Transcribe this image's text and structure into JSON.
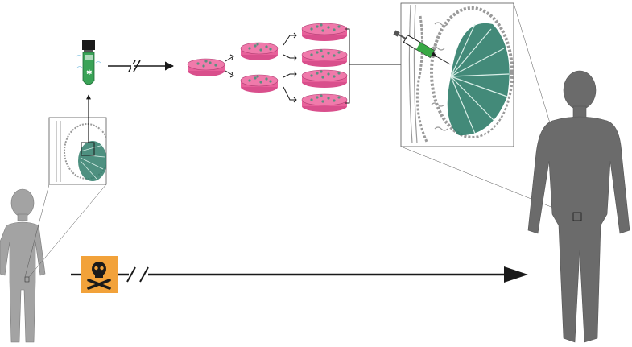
{
  "diagram": {
    "colors": {
      "figure_child": "#a3a3a3",
      "figure_adult": "#6b6b6b",
      "testis_tissue": "#2f7d6a",
      "testis_tubules": "#9a9a9a",
      "culture_medium": "#e8609a",
      "culture_cells": "#5b8f80",
      "vial_green": "#3aa357",
      "hazard_orange": "#f2a23a",
      "arrow": "#1a1a1a",
      "syringe_green": "#39a845"
    },
    "icons": {
      "cryo_vial": "cryo-vial-icon",
      "hazard": "skull-crossbones-icon",
      "syringe": "syringe-icon"
    },
    "culture": {
      "stage1_dishes": 1,
      "stage2_dishes": 2,
      "stage3_dishes": 4
    }
  }
}
